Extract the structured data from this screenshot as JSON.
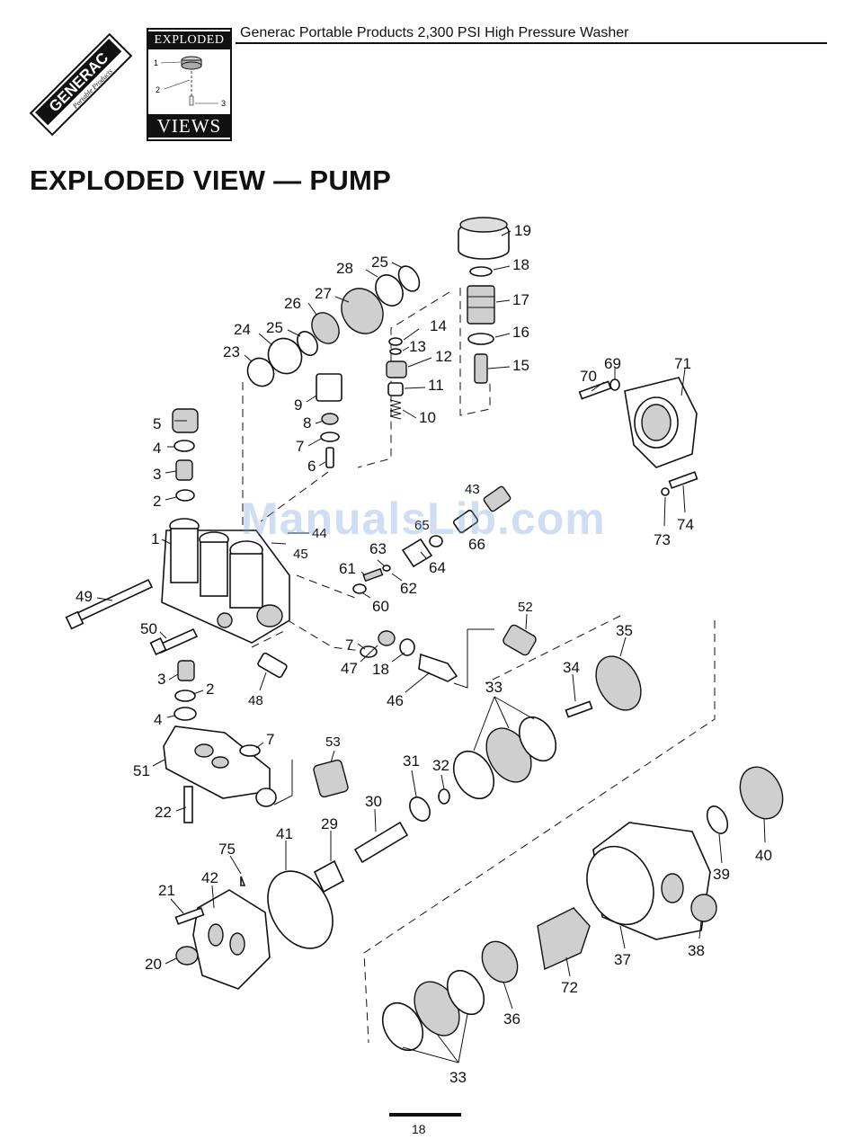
{
  "header": {
    "brand_name": "GENERAC",
    "brand_sub": "Portable Products",
    "badge_top": "EXPLODED",
    "badge_bottom": "VIEWS",
    "badge_callouts": [
      "1",
      "2",
      "3"
    ],
    "title": "Generac Portable Products 2,300 PSI High Pressure Washer"
  },
  "section_title": "EXPLODED VIEW — PUMP",
  "watermark": "ManualsLib.com",
  "callouts": {
    "c19": "19",
    "c18a": "18",
    "c17": "17",
    "c16": "16",
    "c15": "15",
    "c28": "28",
    "c25a": "25",
    "c27": "27",
    "c26": "26",
    "c25b": "25",
    "c24": "24",
    "c23": "23",
    "c14": "14",
    "c13": "13",
    "c12": "12",
    "c11": "11",
    "c10": "10",
    "c9": "9",
    "c8": "8",
    "c7a": "7",
    "c6": "6",
    "c5": "5",
    "c4a": "4",
    "c3a": "3",
    "c2a": "2",
    "c1": "1",
    "c70": "70",
    "c69": "69",
    "c71": "71",
    "c74": "74",
    "c73": "73",
    "c43": "43",
    "c45": "45",
    "c44": "44",
    "c65": "65",
    "c66": "66",
    "c63": "63",
    "c64": "64",
    "c61": "61",
    "c62": "62",
    "c60": "60",
    "c49": "49",
    "c50": "50",
    "c7b": "7",
    "c47": "47",
    "c18b": "18",
    "c46": "46",
    "c52": "52",
    "c48": "48",
    "c3b": "3",
    "c2b": "2",
    "c4b": "4",
    "c35": "35",
    "c34": "34",
    "c33a": "33",
    "c51": "51",
    "c7c": "7",
    "c53": "53",
    "c31": "31",
    "c32": "32",
    "c22": "22",
    "c30": "30",
    "c29": "29",
    "c41": "41",
    "c75": "75",
    "c42": "42",
    "c21": "21",
    "c20": "20",
    "c40": "40",
    "c39": "39",
    "c38": "38",
    "c37": "37",
    "c72": "72",
    "c36": "36",
    "c33b": "33"
  },
  "page_number": "18"
}
